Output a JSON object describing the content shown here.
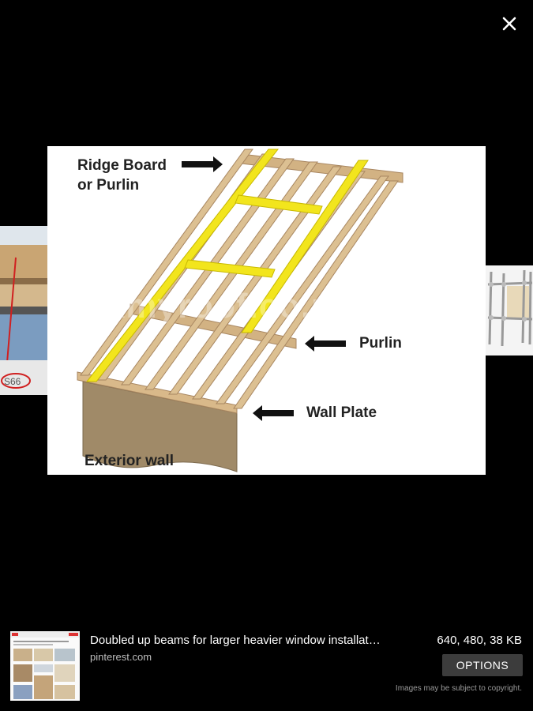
{
  "viewer": {
    "close_icon": "close-icon"
  },
  "image": {
    "labels": {
      "ridge_line1": "Ridge Board",
      "ridge_line2": "or Purlin",
      "purlin": "Purlin",
      "wall_plate": "Wall Plate",
      "exterior_wall": "Exterior wall"
    },
    "watermark": "fixmyroof.co.uk",
    "colors": {
      "timber": "#d9b98a",
      "timber_edge": "#a88660",
      "highlight": "#f2e51d",
      "wall": "#a08a68"
    }
  },
  "result": {
    "title": "Doubled up beams for larger heavier window installat…",
    "source": "pinterest.com",
    "dimensions": "640, 480, 38 KB",
    "options_label": "OPTIONS",
    "copyright": "Images may be subject to copyright."
  }
}
